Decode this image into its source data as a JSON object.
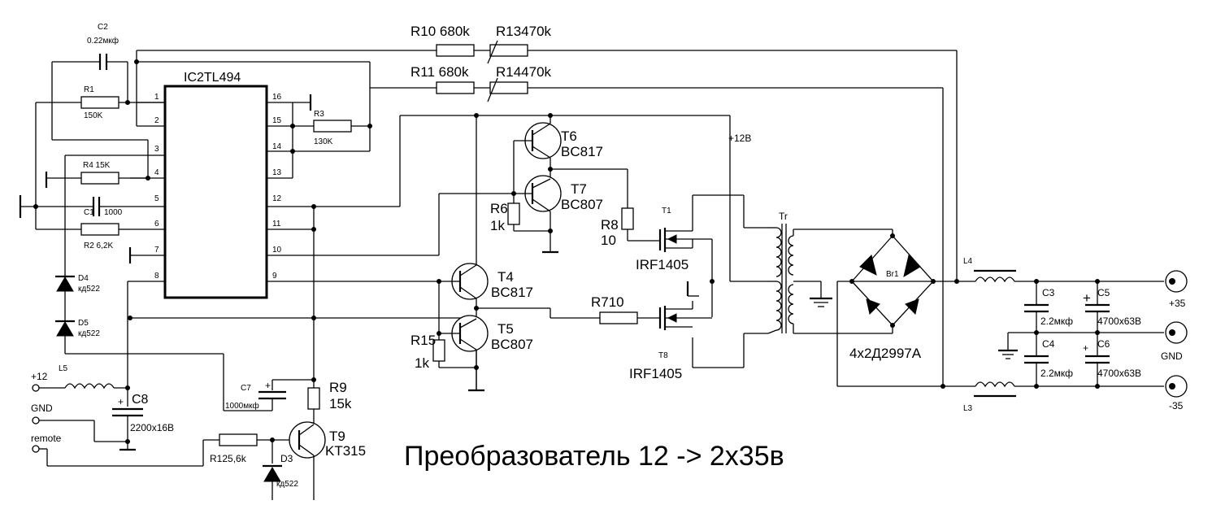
{
  "title": "Преобразователь 12 -> 2x35в",
  "ic": {
    "name": "IC2TL494",
    "pins_left": [
      "1",
      "2",
      "3",
      "4",
      "5",
      "6",
      "7",
      "8"
    ],
    "pins_right": [
      "16",
      "15",
      "14",
      "13",
      "12",
      "11",
      "10",
      "9"
    ]
  },
  "components": {
    "c2_ref": "C2",
    "c2_val": "0.22мкф",
    "r1_ref": "R1",
    "r1_val": "150K",
    "r4": "R4 15K",
    "c1_ref": "C1",
    "c1_val": "1000",
    "r2": "R2 6,2K",
    "r3_ref": "R3",
    "r3_val": "130K",
    "d4_ref": "D4",
    "d4_val": "кд522",
    "d5_ref": "D5",
    "d5_val": "кд522",
    "l5": "L5",
    "c8_ref": "C8",
    "c8_val": "2200x16B",
    "c7_ref": "C7",
    "c7_val": "1000мкф",
    "r9_ref": "R9",
    "r9_val": "15k",
    "t9_ref": "T9",
    "t9_val": "KT315",
    "r12": "R125,6k",
    "d3_ref": "D3",
    "d3_val": "кд522",
    "r10": "R10 680k",
    "r11": "R11 680k",
    "r13": "R13470k",
    "r14": "R14470k",
    "t6_ref": "T6",
    "t6_val": "BC817",
    "t7_ref": "T7",
    "t7_val": "BC807",
    "r6_ref": "R6",
    "r6_val": "1k",
    "r8_ref": "R8",
    "r8_val": "10",
    "t1": "T1",
    "irf_top": "IRF1405",
    "t4_ref": "T4",
    "t4_val": "BC817",
    "t5_ref": "T5",
    "t5_val": "BC807",
    "r7": "R710",
    "r15_ref": "R15",
    "r15_val": "1k",
    "t8": "T8",
    "irf_bottom": "IRF1405",
    "v12": "+12B",
    "tr": "Tr",
    "br1": "Br1",
    "bridge": "4x2Д2997A",
    "l4": "L4",
    "l3": "L3",
    "c3_ref": "C3",
    "c3_val": "2.2мкф",
    "c4_ref": "C4",
    "c4_val": "2.2мкф",
    "c5_ref": "C5",
    "c5_val": "4700x63B",
    "c6_ref": "C6",
    "c6_val": "4700x63B"
  },
  "terminals": {
    "in_plus": "+12",
    "in_gnd": "GND",
    "in_remote": "remote",
    "out_plus": "+35",
    "out_gnd": "GND",
    "out_minus": "-35"
  }
}
